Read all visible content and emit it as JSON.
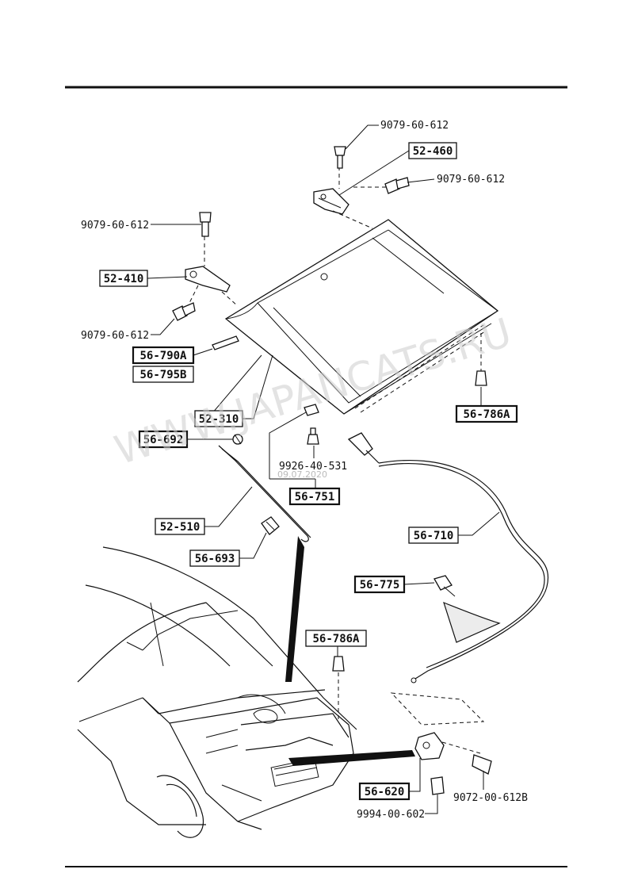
{
  "labels": {
    "bolt_top": "9079-60-612",
    "hinge_right": "52-460",
    "bolt_right": "9079-60-612",
    "bolt_left_top": "9079-60-612",
    "hinge_left": "52-410",
    "bolt_left_bottom": "9079-60-612",
    "seal_a": "56-790A",
    "seal_b": "56-795B",
    "bonnet": "52-310",
    "cushion_right": "56-786A",
    "clip_rod": "56-692",
    "stop": "9926-40-531",
    "bumper": "56-751",
    "stay": "52-510",
    "holder": "56-693",
    "cable": "56-710",
    "clip_cable": "56-775",
    "cushion_lower": "56-786A",
    "lock": "56-620",
    "bolt_lock": "9072-00-612B",
    "nut_lock": "9994-00-602"
  },
  "watermark": {
    "main": "WWW.JAPANCATS.RU",
    "small": "09.07.2020"
  }
}
